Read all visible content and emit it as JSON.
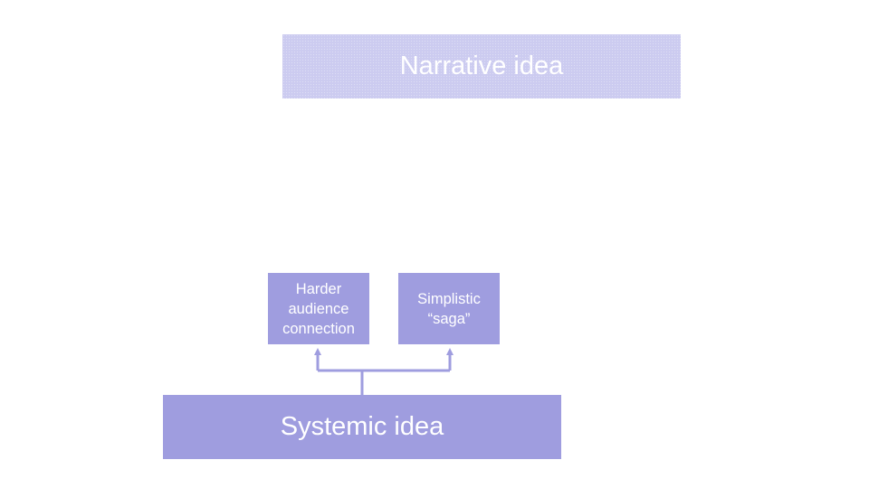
{
  "diagram": {
    "narrative_box": {
      "label": "Narrative idea"
    },
    "systemic_box": {
      "label": "Systemic idea"
    },
    "outcome_boxes": [
      {
        "lines": [
          "Harder",
          "audience",
          "connection"
        ]
      },
      {
        "lines": [
          "Simplistic",
          "“saga”"
        ]
      }
    ],
    "colors": {
      "narrative_fill": "#cccbf0",
      "box_fill": "#9f9ddf",
      "connector": "#9f9ddf",
      "text": "#ffffff"
    }
  }
}
